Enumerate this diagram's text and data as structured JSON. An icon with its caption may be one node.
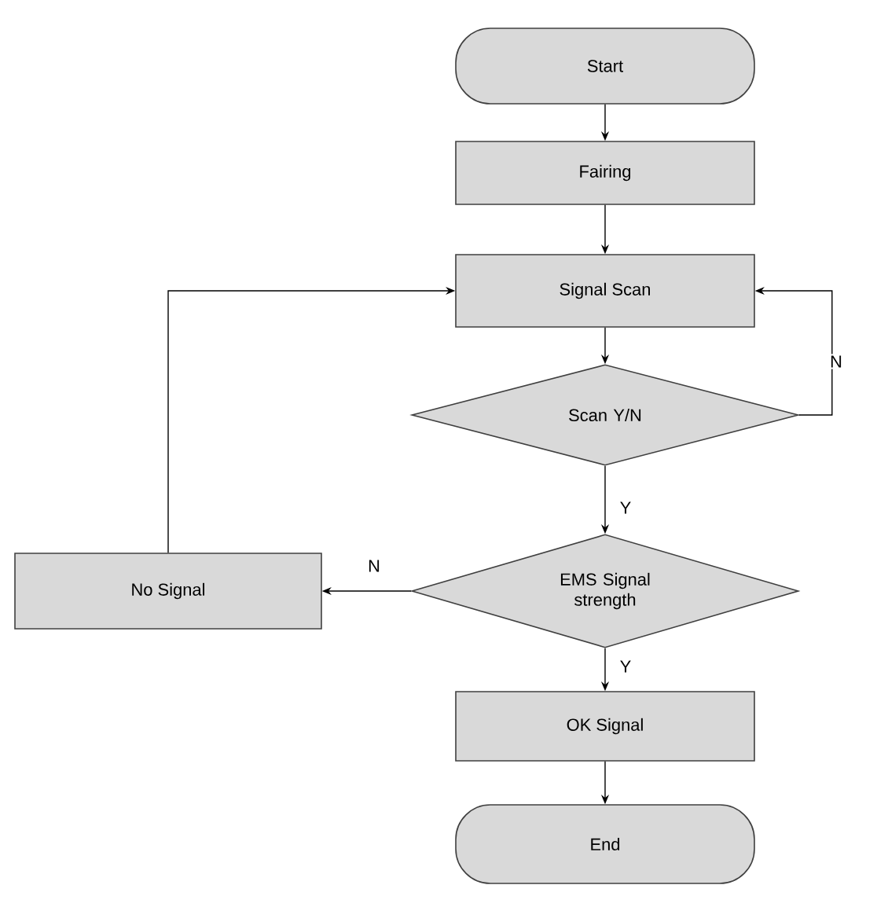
{
  "diagram": {
    "nodes": [
      {
        "text": [
          "Start"
        ]
      },
      {
        "text": [
          "Fairing"
        ]
      },
      {
        "text": [
          "Signal Scan"
        ]
      },
      {
        "text": [
          "Scan Y/N"
        ]
      },
      {
        "text": [
          "EMS Signal strength"
        ]
      },
      {
        "text": [
          "No Signal"
        ]
      },
      {
        "text": [
          "OK Signal"
        ]
      },
      {
        "text": [
          "End"
        ]
      }
    ],
    "edges": [
      {
        "from": 0,
        "to": 1,
        "arrow": "to"
      },
      {
        "from": 1,
        "to": 2,
        "arrow": "to"
      },
      {
        "from": 2,
        "to": 3,
        "arrow": "to"
      },
      {
        "from": 3,
        "to": 2,
        "arrow": "to",
        "label": "N"
      },
      {
        "from": 3,
        "to": 4,
        "arrow": "to",
        "label": "Y"
      },
      {
        "from": 4,
        "to": 5,
        "arrow": "to",
        "label": "N"
      },
      {
        "from": 5,
        "to": 2,
        "arrow": "to"
      },
      {
        "from": 4,
        "to": 6,
        "arrow": "to",
        "label": "Y"
      },
      {
        "from": 6,
        "to": 7,
        "arrow": "to"
      }
    ]
  }
}
